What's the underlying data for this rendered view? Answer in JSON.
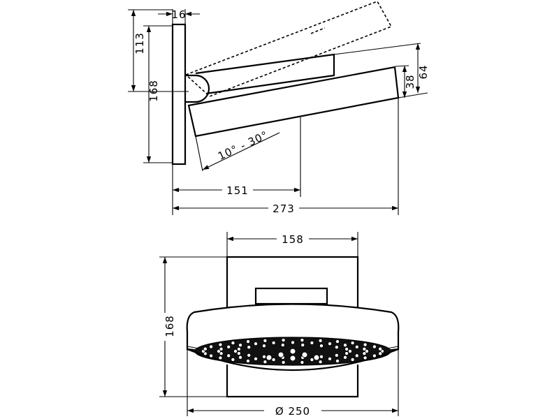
{
  "side_view": {
    "dim_wall_plate_thickness": "16",
    "dim_arm_height_from_top": "113",
    "dim_plate_height": "168",
    "dim_head_thickness_inner": "38",
    "dim_head_thickness_outer": "64",
    "dim_tilt_range": "10° - 30°",
    "dim_pivot_distance": "151",
    "dim_total_projection": "273"
  },
  "front_view": {
    "dim_plate_width": "158",
    "dim_overall_height": "168",
    "dim_head_diameter": "Ø 250"
  }
}
